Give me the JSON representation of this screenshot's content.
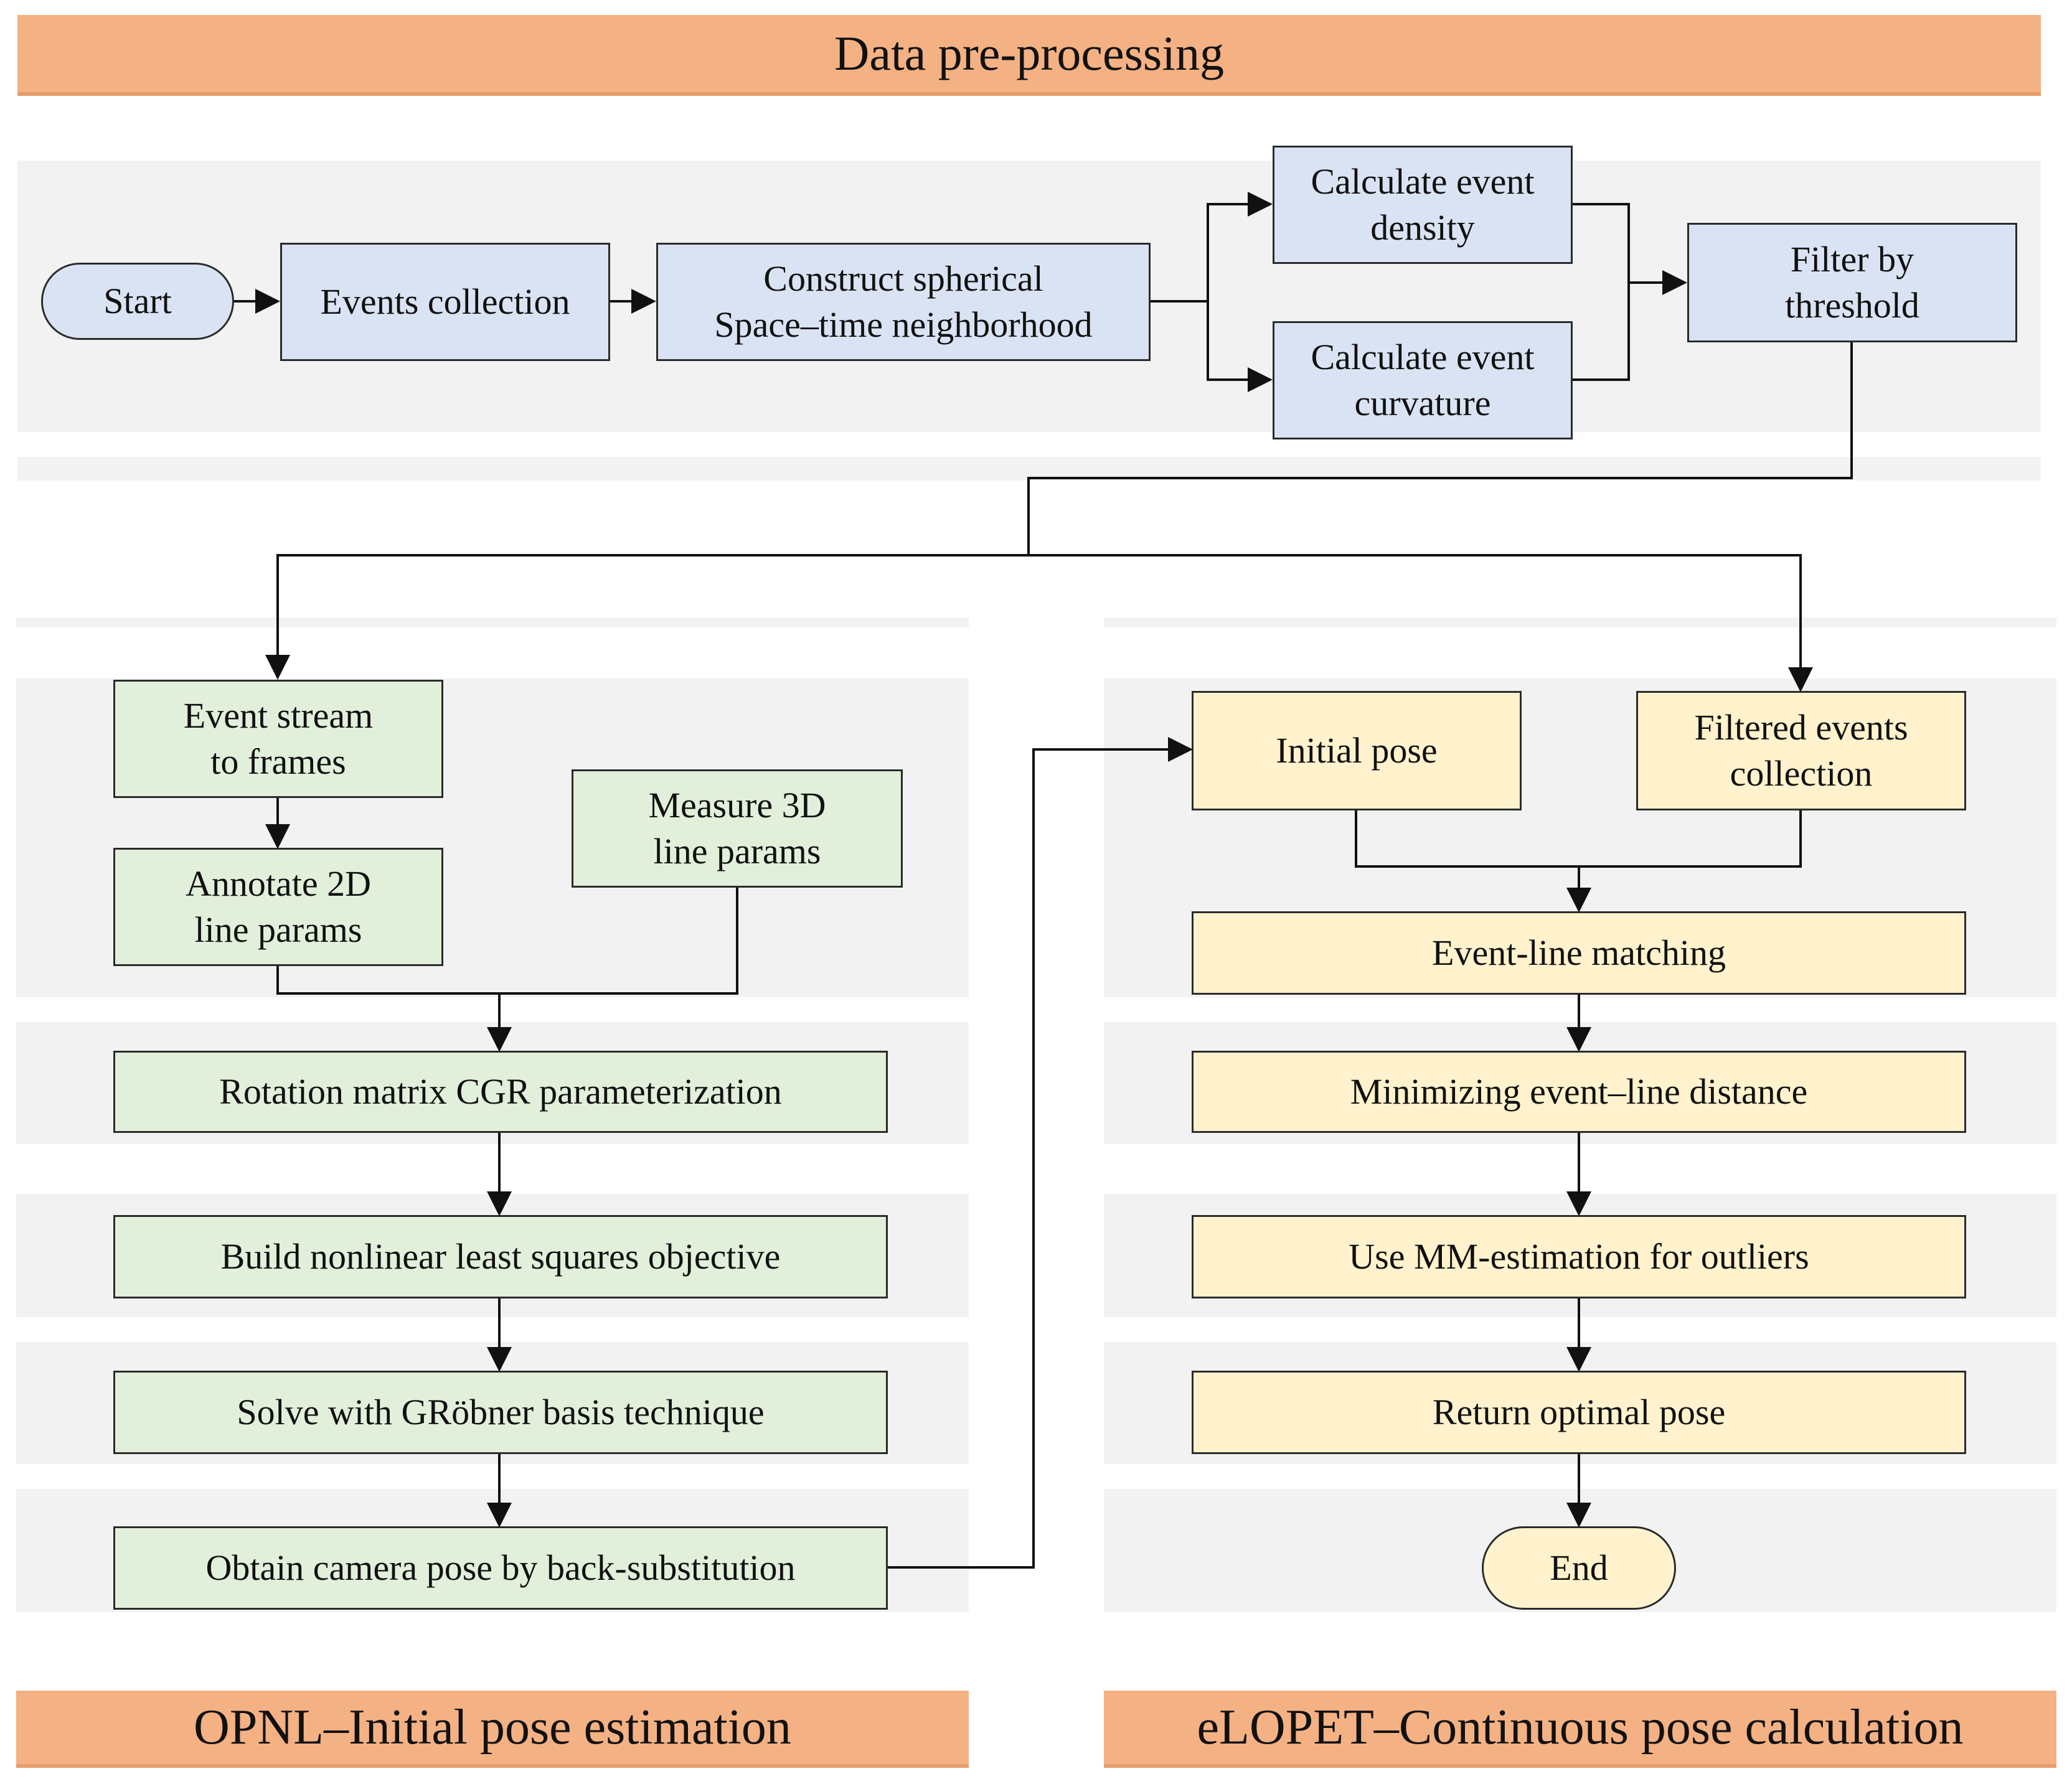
{
  "sections": {
    "preprocessing_title": "Data pre-processing",
    "opnl_title": "OPNL–Initial pose estimation",
    "elopet_title": "eLOPET–Continuous pose calculation"
  },
  "nodes": {
    "start": "Start",
    "events_collection": "Events collection",
    "construct_neighborhood": "Construct  spherical\nSpace–time neighborhood",
    "event_density": "Calculate event\ndensity",
    "event_curvature": "Calculate event\ncurvature",
    "filter_threshold": "Filter by\nthreshold",
    "stream_to_frames": "Event stream\nto frames",
    "annotate_2d": "Annotate 2D\nline params",
    "measure_3d": "Measure 3D\nline params",
    "rotation_cgr": "Rotation matrix CGR parameterization",
    "build_objective": "Build nonlinear least squares objective",
    "solve_grobner": "Solve with GRöbner basis technique",
    "obtain_pose": "Obtain camera pose by back-substitution",
    "initial_pose": "Initial pose",
    "filtered_events": "Filtered events\ncollection",
    "event_line_matching": "Event-line matching",
    "minimize_distance": "Minimizing event–line distance",
    "mm_estimation": "Use MM-estimation for outliers",
    "return_pose": "Return optimal pose",
    "end": "End"
  }
}
